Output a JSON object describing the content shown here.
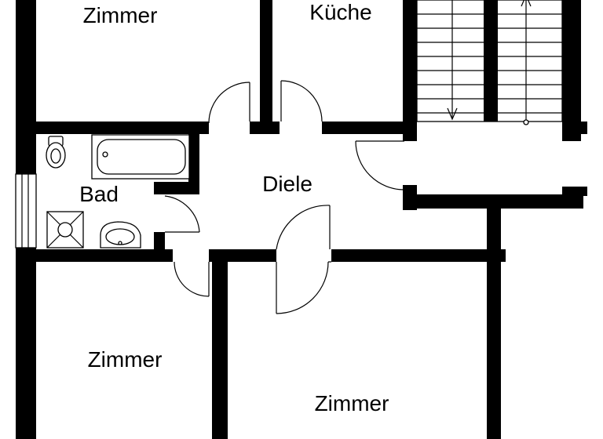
{
  "rooms": {
    "zimmer_top_left": "Zimmer",
    "kueche": "Küche",
    "bad": "Bad",
    "diele": "Diele",
    "zimmer_bottom_left": "Zimmer",
    "zimmer_bottom_right": "Zimmer"
  },
  "icons": {
    "toilet": "toilet-icon",
    "bathtub": "bathtub-icon",
    "sink": "sink-icon",
    "shower": "shower-tray-icon",
    "stairs": "staircase-icon"
  },
  "colors": {
    "walls": "#000000",
    "background": "#ffffff"
  }
}
